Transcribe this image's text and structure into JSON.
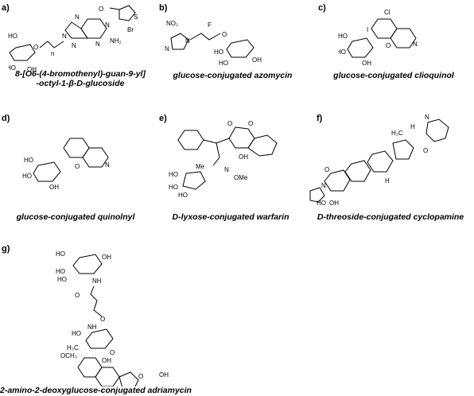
{
  "panels": [
    {
      "label": "a)",
      "caption_1": "8-[O6-(4-bromothenyl)-guan-9-yl]",
      "caption_2": "-octyl-1-β-D-glucoside"
    },
    {
      "label": "b)",
      "caption_1": "glucose-conjugated azomycin"
    },
    {
      "label": "c)",
      "caption_1": "glucose-conjugated clioquinol"
    },
    {
      "label": "d)",
      "caption_1": "glucose-conjugated quinolnyl"
    },
    {
      "label": "e)",
      "caption_1": "D-lyxose-conjugated warfarin"
    },
    {
      "label": "f)",
      "caption_1": "D-threoside-conjugated cyclopamine"
    },
    {
      "label": "g)",
      "caption_1": "2-amino-2-deoxyglucose-conjugated adriamycin"
    }
  ],
  "atoms": {
    "a": {
      "O": "O",
      "S": "S",
      "Br": "Br",
      "N": "N",
      "NH2": "NH₂",
      "HO": "HO",
      "OH": "OH",
      "n": "n"
    },
    "b": {
      "NO2": "NO₂",
      "N": "N",
      "F": "F",
      "O": "O",
      "HO": "HO",
      "OH": "OH"
    },
    "c": {
      "Cl": "Cl",
      "N": "N",
      "I": "I",
      "O": "O",
      "HO": "HO",
      "OH": "OH"
    },
    "d": {
      "N": "N",
      "O": "O",
      "HO": "HO",
      "OH": "OH"
    },
    "e": {
      "O": "O",
      "OH": "OH",
      "N": "N",
      "OMe": "OMe",
      "Me": "Me",
      "HO": "HO"
    },
    "f": {
      "N": "N",
      "O": "O",
      "H": "H",
      "H3C": "H₃C",
      "HO": "HO",
      "OH": "OH"
    },
    "g": {
      "HO": "HO",
      "OH": "OH",
      "NH": "NH",
      "O": "O",
      "OCH3": "OCH₃",
      "H3C": "H₃C"
    }
  }
}
